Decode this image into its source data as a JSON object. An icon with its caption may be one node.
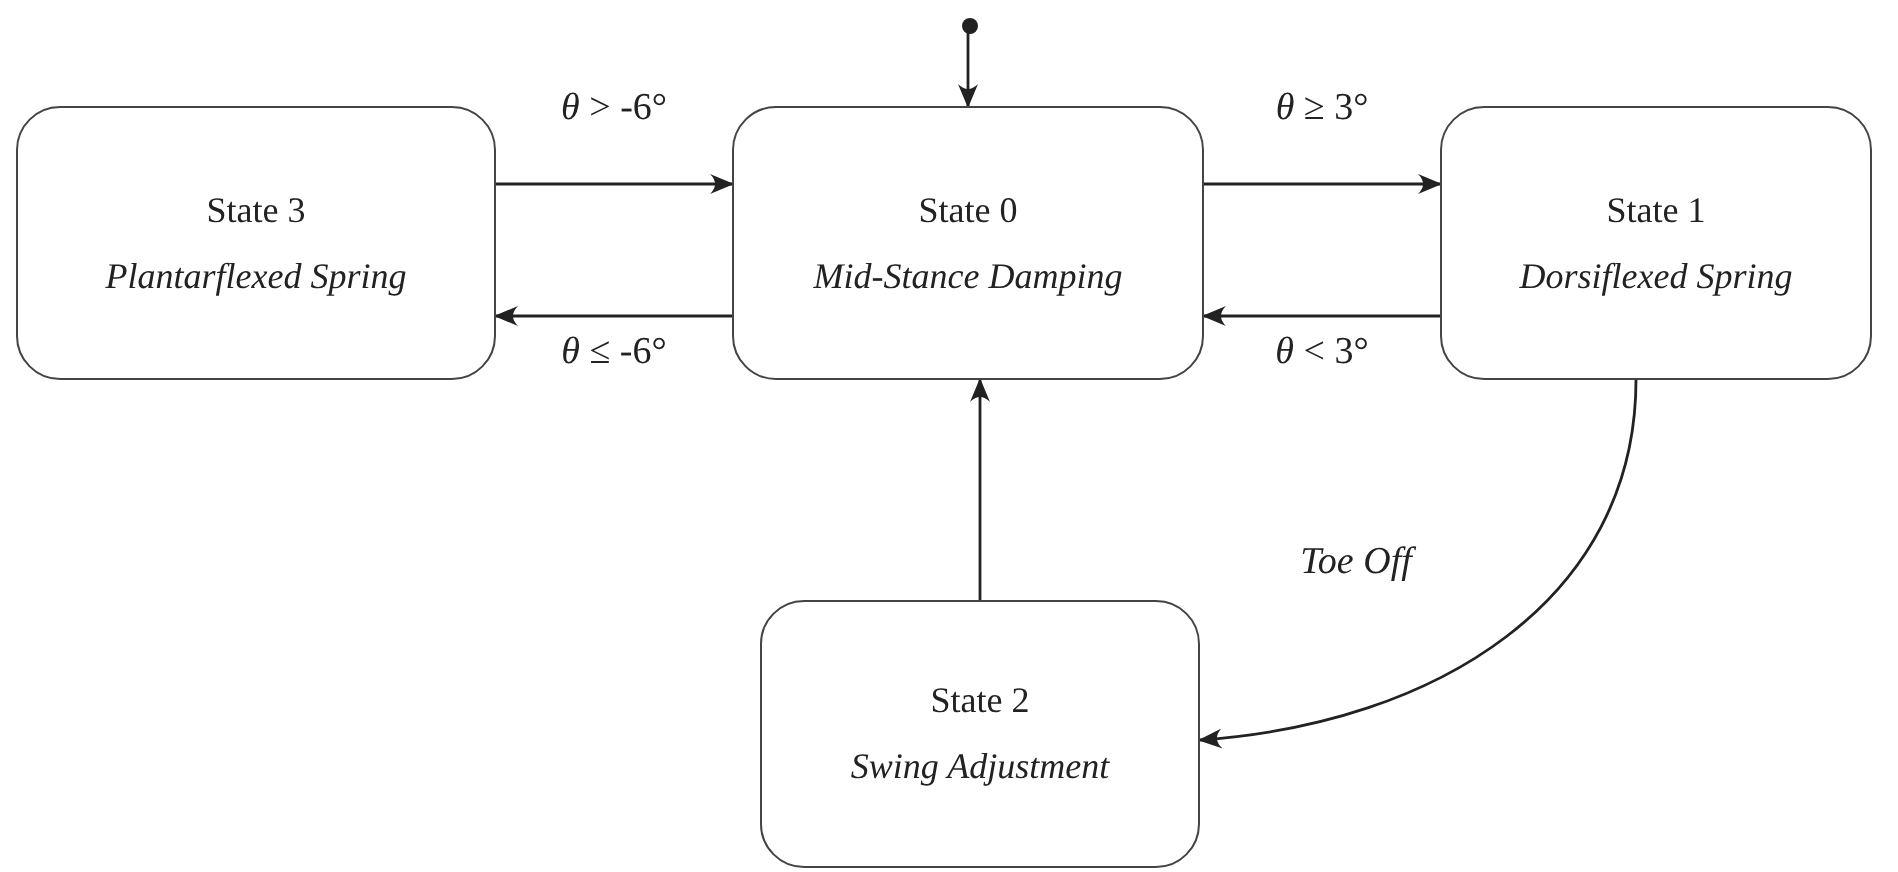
{
  "diagram": {
    "nodes": [
      {
        "text": [
          "State 3",
          "Plantarflexed Spring"
        ]
      },
      {
        "text": [
          "State 0",
          "Mid-Stance Damping"
        ]
      },
      {
        "text": [
          "State 1",
          "Dorsiflexed Spring"
        ]
      },
      {
        "text": [
          "State 2",
          "Swing Adjustment"
        ]
      },
      {
        "text": [],
        "shape": "circle"
      }
    ],
    "edges": [
      {
        "from": 4,
        "to": 1,
        "arrow": "to"
      },
      {
        "from": 0,
        "to": 1,
        "arrow": "to",
        "label": "*θ* > -6°"
      },
      {
        "from": 1,
        "to": 0,
        "arrow": "to",
        "label": "*θ* ≤ -6°"
      },
      {
        "from": 1,
        "to": 2,
        "arrow": "to",
        "label": "*θ* ≥ 3°"
      },
      {
        "from": 2,
        "to": 1,
        "arrow": "to",
        "label": "*θ* < 3°"
      },
      {
        "from": 3,
        "to": 1,
        "arrow": "to"
      },
      {
        "from": 2,
        "to": 3,
        "arrow": "to",
        "label": "Toe Off"
      }
    ]
  }
}
